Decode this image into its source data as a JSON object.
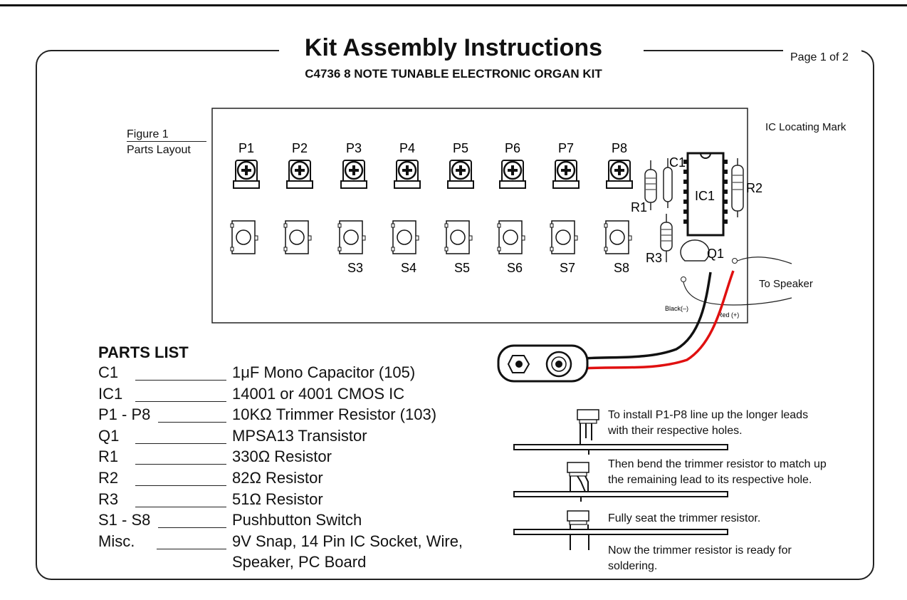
{
  "header": {
    "title": "Kit Assembly Instructions",
    "subtitle": "C4736 8 NOTE TUNABLE ELECTRONIC ORGAN KIT",
    "page": "Page 1 of 2"
  },
  "figure": {
    "caption_line1": "Figure 1",
    "caption_line2": "Parts Layout",
    "ic_mark_label": "IC Locating Mark",
    "speaker_label": "To Speaker",
    "black_wire_label": "Black(–)",
    "red_wire_label": "Red (+)",
    "trimmers": [
      "P1",
      "P2",
      "P3",
      "P4",
      "P5",
      "P6",
      "P7",
      "P8"
    ],
    "switch_labels": [
      "",
      "",
      "S3",
      "S4",
      "S5",
      "S6",
      "S7",
      "S8"
    ],
    "components": {
      "c1": "C1",
      "ic1": "IC1",
      "r1": "R1",
      "r2": "R2",
      "r3": "R3",
      "q1": "Q1"
    }
  },
  "parts_list": {
    "title": "PARTS LIST",
    "items": [
      {
        "id": "C1",
        "desc": "1μF Mono Capacitor (105)"
      },
      {
        "id": "IC1",
        "desc": "14001 or 4001 CMOS IC"
      },
      {
        "id": "P1 - P8",
        "desc": "10KΩ Trimmer Resistor (103)"
      },
      {
        "id": "Q1",
        "desc": "MPSA13 Transistor"
      },
      {
        "id": "R1",
        "desc": "330Ω Resistor"
      },
      {
        "id": "R2",
        "desc": "82Ω Resistor"
      },
      {
        "id": "R3",
        "desc": "51Ω Resistor"
      },
      {
        "id": "S1 - S8",
        "desc": "Pushbutton Switch"
      },
      {
        "id": "Misc.",
        "desc": "9V Snap, 14 Pin IC Socket, Wire,"
      },
      {
        "id": "",
        "desc": "Speaker, PC Board"
      }
    ]
  },
  "steps": [
    {
      "line1": "To install P1-P8 line up the longer leads",
      "line2": "with their respective holes."
    },
    {
      "line1": "Then bend the trimmer resistor to match up",
      "line2": "the remaining lead to its respective hole."
    },
    {
      "line1": "Fully seat the trimmer resistor.",
      "line2": ""
    },
    {
      "line1": "Now the trimmer resistor is ready for",
      "line2": "soldering."
    }
  ]
}
